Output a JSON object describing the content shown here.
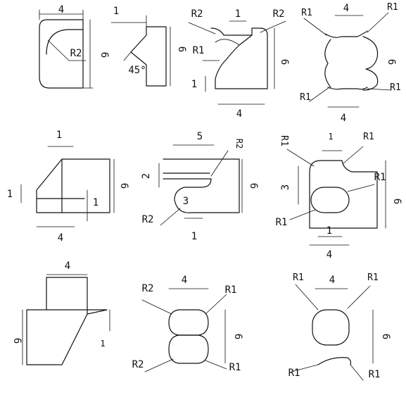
{
  "drawing": {
    "fig1": {
      "w": "4",
      "h": "6",
      "r": "R2"
    },
    "fig2": {
      "w": "1",
      "h": "6",
      "angle": "45°"
    },
    "fig3": {
      "r_left": "R2",
      "top": "1",
      "r_right": "R2",
      "r_mid": "R1",
      "h": "6",
      "step": "1",
      "w": "4"
    },
    "fig4": {
      "r_tl": "R1",
      "w_top": "4",
      "r_tr": "R1",
      "h": "6",
      "r_bl": "R1",
      "r_br": "R1",
      "w_bot": "4"
    },
    "fig5": {
      "top": "1",
      "h": "6",
      "left": "1",
      "small": "1",
      "w": "4"
    },
    "fig6": {
      "w": "5",
      "r_top": "R2",
      "h_left": "2",
      "h": "6",
      "r": "3",
      "r_bottom": "R2",
      "bottom": "1"
    },
    "fig7": {
      "r_tl": "R1",
      "top": "1",
      "r_tr": "R1",
      "r_right": "R1",
      "h_left": "3",
      "h": "6",
      "r_bl": "R1",
      "inner": "1",
      "w": "4"
    },
    "fig8": {
      "w": "4",
      "h": "6",
      "small": "1"
    },
    "fig9": {
      "r_tl": "R2",
      "w": "4",
      "r_tr": "R1",
      "h": "6",
      "r_bl": "R2",
      "r_br": "R1"
    },
    "fig10": {
      "r_tl": "R1",
      "w": "4",
      "r_tr": "R1",
      "h": "6",
      "r_bl": "R1",
      "r_br": "R1"
    }
  }
}
